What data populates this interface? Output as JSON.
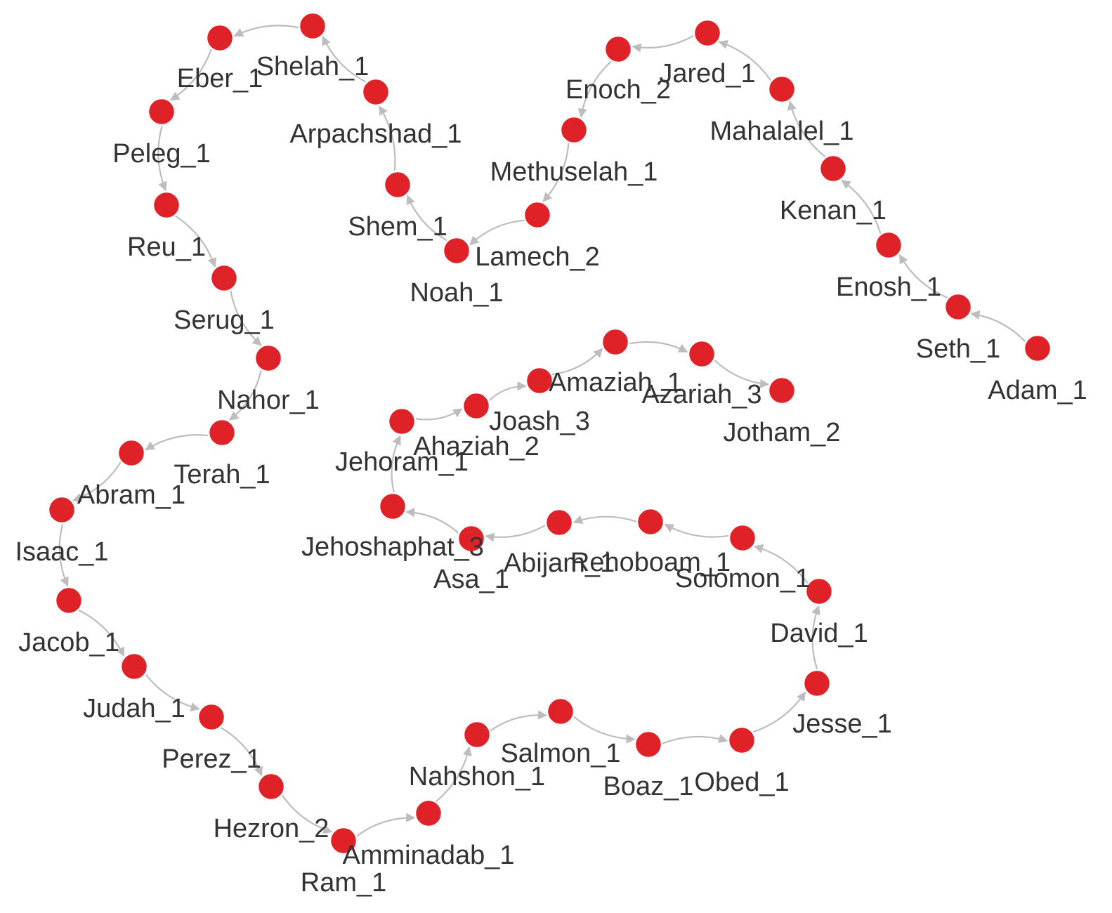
{
  "graph": {
    "node_color": "#df2128",
    "edge_color": "#bdbdbd",
    "label_color": "#333333",
    "nodes": [
      {
        "id": "Adam_1",
        "label": "Adam_1"
      },
      {
        "id": "Seth_1",
        "label": "Seth_1"
      },
      {
        "id": "Enosh_1",
        "label": "Enosh_1"
      },
      {
        "id": "Kenan_1",
        "label": "Kenan_1"
      },
      {
        "id": "Mahalalel_1",
        "label": "Mahalalel_1"
      },
      {
        "id": "Jared_1",
        "label": "Jared_1"
      },
      {
        "id": "Enoch_2",
        "label": "Enoch_2"
      },
      {
        "id": "Methuselah_1",
        "label": "Methuselah_1"
      },
      {
        "id": "Lamech_2",
        "label": "Lamech_2"
      },
      {
        "id": "Noah_1",
        "label": "Noah_1"
      },
      {
        "id": "Shem_1",
        "label": "Shem_1"
      },
      {
        "id": "Arpachshad_1",
        "label": "Arpachshad_1"
      },
      {
        "id": "Shelah_1",
        "label": "Shelah_1"
      },
      {
        "id": "Eber_1",
        "label": "Eber_1"
      },
      {
        "id": "Peleg_1",
        "label": "Peleg_1"
      },
      {
        "id": "Reu_1",
        "label": "Reu_1"
      },
      {
        "id": "Serug_1",
        "label": "Serug_1"
      },
      {
        "id": "Nahor_1",
        "label": "Nahor_1"
      },
      {
        "id": "Terah_1",
        "label": "Terah_1"
      },
      {
        "id": "Abram_1",
        "label": "Abram_1"
      },
      {
        "id": "Isaac_1",
        "label": "Isaac_1"
      },
      {
        "id": "Jacob_1",
        "label": "Jacob_1"
      },
      {
        "id": "Judah_1",
        "label": "Judah_1"
      },
      {
        "id": "Perez_1",
        "label": "Perez_1"
      },
      {
        "id": "Hezron_2",
        "label": "Hezron_2"
      },
      {
        "id": "Ram_1",
        "label": "Ram_1"
      },
      {
        "id": "Amminadab_1",
        "label": "Amminadab_1"
      },
      {
        "id": "Nahshon_1",
        "label": "Nahshon_1"
      },
      {
        "id": "Salmon_1",
        "label": "Salmon_1"
      },
      {
        "id": "Boaz_1",
        "label": "Boaz_1"
      },
      {
        "id": "Obed_1",
        "label": "Obed_1"
      },
      {
        "id": "Jesse_1",
        "label": "Jesse_1"
      },
      {
        "id": "David_1",
        "label": "David_1"
      },
      {
        "id": "Solomon_1",
        "label": "Solomon_1"
      },
      {
        "id": "Rehoboam_1",
        "label": "Rehoboam_1"
      },
      {
        "id": "Abijam_1",
        "label": "Abijam_1"
      },
      {
        "id": "Asa_1",
        "label": "Asa_1"
      },
      {
        "id": "Jehoshaphat_3",
        "label": "Jehoshaphat_3"
      },
      {
        "id": "Jehoram_1",
        "label": "Jehoram_1"
      },
      {
        "id": "Ahaziah_2",
        "label": "Ahaziah_2"
      },
      {
        "id": "Joash_3",
        "label": "Joash_3"
      },
      {
        "id": "Amaziah_1",
        "label": "Amaziah_1"
      },
      {
        "id": "Azariah_3",
        "label": "Azariah_3"
      },
      {
        "id": "Jotham_2",
        "label": "Jotham_2"
      }
    ],
    "edges": [
      [
        "Adam_1",
        "Seth_1"
      ],
      [
        "Seth_1",
        "Enosh_1"
      ],
      [
        "Enosh_1",
        "Kenan_1"
      ],
      [
        "Kenan_1",
        "Mahalalel_1"
      ],
      [
        "Mahalalel_1",
        "Jared_1"
      ],
      [
        "Jared_1",
        "Enoch_2"
      ],
      [
        "Enoch_2",
        "Methuselah_1"
      ],
      [
        "Methuselah_1",
        "Lamech_2"
      ],
      [
        "Lamech_2",
        "Noah_1"
      ],
      [
        "Noah_1",
        "Shem_1"
      ],
      [
        "Shem_1",
        "Arpachshad_1"
      ],
      [
        "Arpachshad_1",
        "Shelah_1"
      ],
      [
        "Shelah_1",
        "Eber_1"
      ],
      [
        "Eber_1",
        "Peleg_1"
      ],
      [
        "Peleg_1",
        "Reu_1"
      ],
      [
        "Reu_1",
        "Serug_1"
      ],
      [
        "Serug_1",
        "Nahor_1"
      ],
      [
        "Nahor_1",
        "Terah_1"
      ],
      [
        "Terah_1",
        "Abram_1"
      ],
      [
        "Abram_1",
        "Isaac_1"
      ],
      [
        "Isaac_1",
        "Jacob_1"
      ],
      [
        "Jacob_1",
        "Judah_1"
      ],
      [
        "Judah_1",
        "Perez_1"
      ],
      [
        "Perez_1",
        "Hezron_2"
      ],
      [
        "Hezron_2",
        "Ram_1"
      ],
      [
        "Ram_1",
        "Amminadab_1"
      ],
      [
        "Amminadab_1",
        "Nahshon_1"
      ],
      [
        "Nahshon_1",
        "Salmon_1"
      ],
      [
        "Salmon_1",
        "Boaz_1"
      ],
      [
        "Boaz_1",
        "Obed_1"
      ],
      [
        "Obed_1",
        "Jesse_1"
      ],
      [
        "Jesse_1",
        "David_1"
      ],
      [
        "David_1",
        "Solomon_1"
      ],
      [
        "Solomon_1",
        "Rehoboam_1"
      ],
      [
        "Rehoboam_1",
        "Abijam_1"
      ],
      [
        "Abijam_1",
        "Asa_1"
      ],
      [
        "Asa_1",
        "Jehoshaphat_3"
      ],
      [
        "Jehoshaphat_3",
        "Jehoram_1"
      ],
      [
        "Jehoram_1",
        "Ahaziah_2"
      ],
      [
        "Ahaziah_2",
        "Joash_3"
      ],
      [
        "Joash_3",
        "Amaziah_1"
      ],
      [
        "Amaziah_1",
        "Azariah_3"
      ],
      [
        "Azariah_3",
        "Jotham_2"
      ]
    ]
  }
}
